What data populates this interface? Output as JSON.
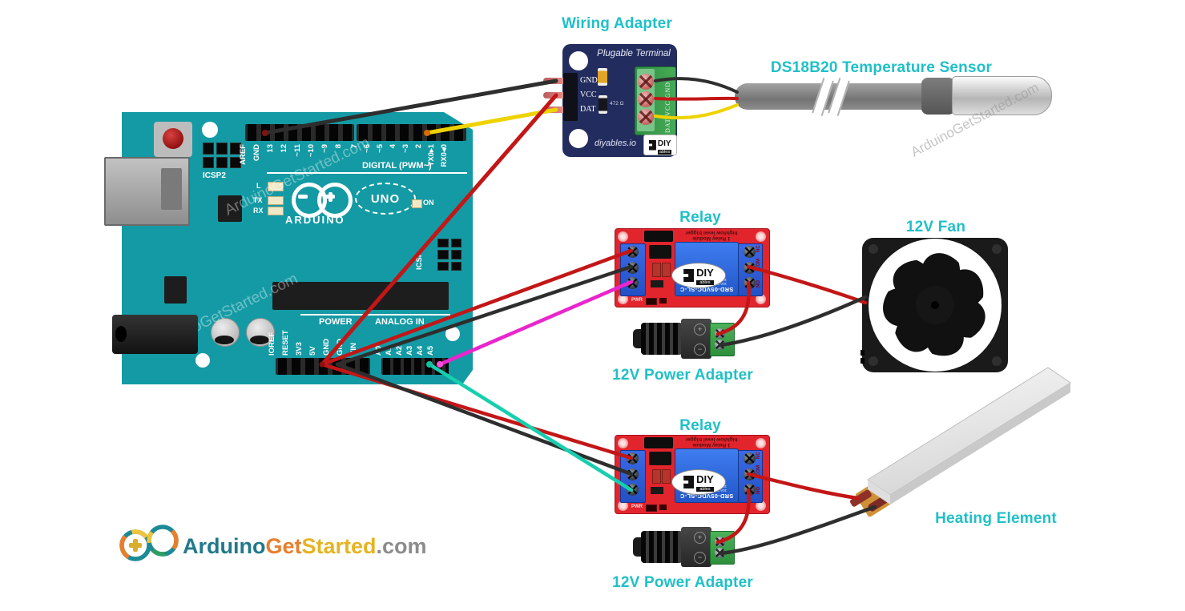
{
  "headings": {
    "wiring_adapter": "Wiring Adapter",
    "temp_sensor": "DS18B20 Temperature Sensor",
    "relay_top": "Relay",
    "fan": "12V Fan",
    "power_adapter_top": "12V Power Adapter",
    "relay_bottom": "Relay",
    "heating_element": "Heating Element",
    "power_adapter_bottom": "12V Power Adapter"
  },
  "arduino": {
    "reset_label": "RESET",
    "icsp2_label": "ICSP2",
    "icsp_label": "ICSP",
    "led_l_label": "L",
    "tx_label": "TX",
    "rx_label": "RX",
    "on_label": "ON",
    "brand": "ARDUINO",
    "model": "UNO",
    "digital_caption": "DIGITAL (PWM~)",
    "power_caption": "POWER",
    "analog_caption": "ANALOG IN",
    "digital_pins_left": [
      "AREF",
      "GND",
      "13",
      "12",
      "~11",
      "~10",
      "~9",
      "8"
    ],
    "digital_pins_right": [
      "7",
      "~6",
      "~5",
      "4",
      "~3",
      "2",
      "TX0▸1",
      "RX0◂0"
    ],
    "power_pins": [
      "IOREF",
      "RESET",
      "3V3",
      "5V",
      "GND",
      "GND",
      "VIN"
    ],
    "analog_pins": [
      "A0",
      "A1",
      "A2",
      "A3",
      "A4",
      "A5"
    ]
  },
  "wiring_adapter": {
    "title": "Plugable Terminal",
    "pin_labels": [
      "GND",
      "VCC",
      "DAT"
    ],
    "resistor_label": "472 Ω",
    "terminal_labels": "DAT VCC GND",
    "site": "diyables.io",
    "diy_logo_main": "DIY",
    "diy_logo_sub": "ables"
  },
  "relay_module": {
    "top_line1": "1 Relay Module",
    "top_line2": "high/low level trigger",
    "model": "SRD-05VDC-SL-C",
    "ratings_line1": "10A 250VAC 10A 30VDC",
    "ratings_line2": "10A 125VAC 10A 28VDC",
    "pwr_label": "PWR",
    "contact_labels": [
      "NC",
      "COM",
      "NO"
    ],
    "diy_logo_main": "DIY",
    "diy_logo_sub": "ables"
  },
  "power_adapter": {
    "plus": "+",
    "minus": "−"
  },
  "watermark": "ArduinoGetStarted.com",
  "footer_logo": {
    "arduino": "Arduino",
    "get": "Get",
    "started": "Started",
    "dotcom": ".com"
  },
  "colors": {
    "heading_cyan": "#1fc0c8",
    "arduino_teal": "#149aa4",
    "relay_red": "#e2242c",
    "adapter_navy": "#222c5e",
    "terminal_green": "#2e9e3c",
    "relay_cube_blue": "#2e63d8",
    "wire_red": "#c31616",
    "wire_black": "#2e2e2e",
    "wire_yellow": "#eed302",
    "wire_magenta": "#ea25cd",
    "wire_teal": "#16cfae"
  }
}
